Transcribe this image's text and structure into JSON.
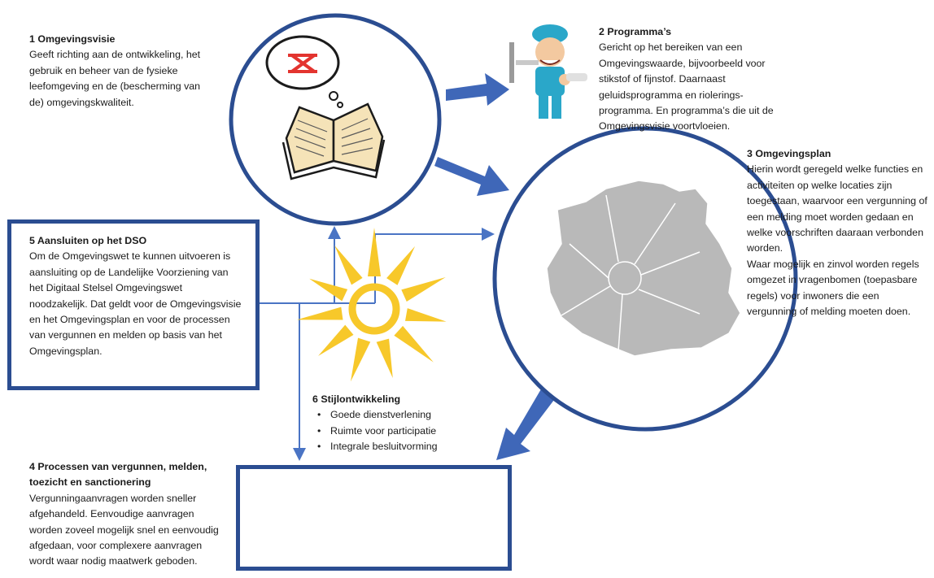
{
  "colors": {
    "frame": "#2b4d91",
    "arrow": "#3f67b8",
    "thin_arrow": "#4a74c4",
    "sun": "#f7c82a",
    "map_fill": "#b9b9b9",
    "flow_stroke": "#3a6fd0",
    "marker": "#e3342f"
  },
  "icons": [
    "thought-bubble-icon",
    "open-book-icon",
    "cleaner-mascot-icon",
    "sun-icon",
    "city-map-icon",
    "flowchart-icon"
  ],
  "sections": {
    "s1": {
      "title": "1 Omgevingsvisie",
      "body": "Geeft richting aan de ontwikkeling, het gebruik en beheer van de fysieke leefomgeving en de (bescherming van de) omgevingskwaliteit."
    },
    "s2": {
      "title": "2 Programma’s",
      "body": "Gericht op het bereiken van een Omgevingswaarde, bijvoorbeeld voor stikstof of fijnstof. Daarnaast geluidsprogramma en riolerings-programma. En programma’s die uit de Omgevingsvisie voortvloeien."
    },
    "s3": {
      "title": "3 Omgevingsplan",
      "body1": "Hierin wordt geregeld welke functies en activiteiten op welke locaties zijn toegestaan, waarvoor een vergunning of een melding moet worden gedaan en welke voorschriften daaraan verbonden worden.",
      "body2": "Waar mogelijk en zinvol worden regels omgezet in vragenbomen (toepasbare regels) voor inwoners die een vergunning of melding moeten doen."
    },
    "s4": {
      "title": "4 Processen van vergunnen, melden, toezicht en sanctionering",
      "body": "Vergunningaanvragen worden sneller afgehandeld. Eenvoudige aanvragen worden zoveel mogelijk snel en eenvoudig afgedaan, voor complexere aanvragen wordt waar nodig maatwerk geboden."
    },
    "s5": {
      "title": "5 Aansluiten op het DSO",
      "body": "Om de Omgevingswet te kunnen uitvoeren is aansluiting op de Landelijke Voorziening van het Digitaal Stelsel Omgevingswet noodzakelijk. Dat geldt voor de Omgevingsvisie en het Omgevingsplan en voor de processen van vergunnen en melden op basis van het Omgevingsplan."
    },
    "s6": {
      "title": "6 Stijlontwikkeling",
      "bullets": [
        "Goede dienstverlening",
        "Ruimte voor participatie",
        "Integrale besluitvorming"
      ]
    }
  }
}
